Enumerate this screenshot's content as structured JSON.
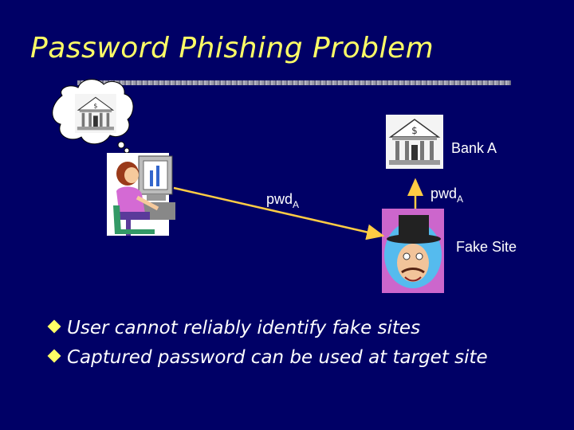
{
  "slide": {
    "title": "Password Phishing Problem",
    "labels": {
      "bank": "Bank A",
      "pwd_left": "pwd",
      "pwd_left_sub": "A",
      "pwd_right": "pwd",
      "pwd_right_sub": "A",
      "fake_site": "Fake Site"
    },
    "bullets": [
      "User cannot reliably identify fake sites",
      "Captured password can be used at target site"
    ]
  },
  "colors": {
    "background": "#000066",
    "title": "#ffff66",
    "arrow": "#ffcc44",
    "text": "#ffffff"
  }
}
